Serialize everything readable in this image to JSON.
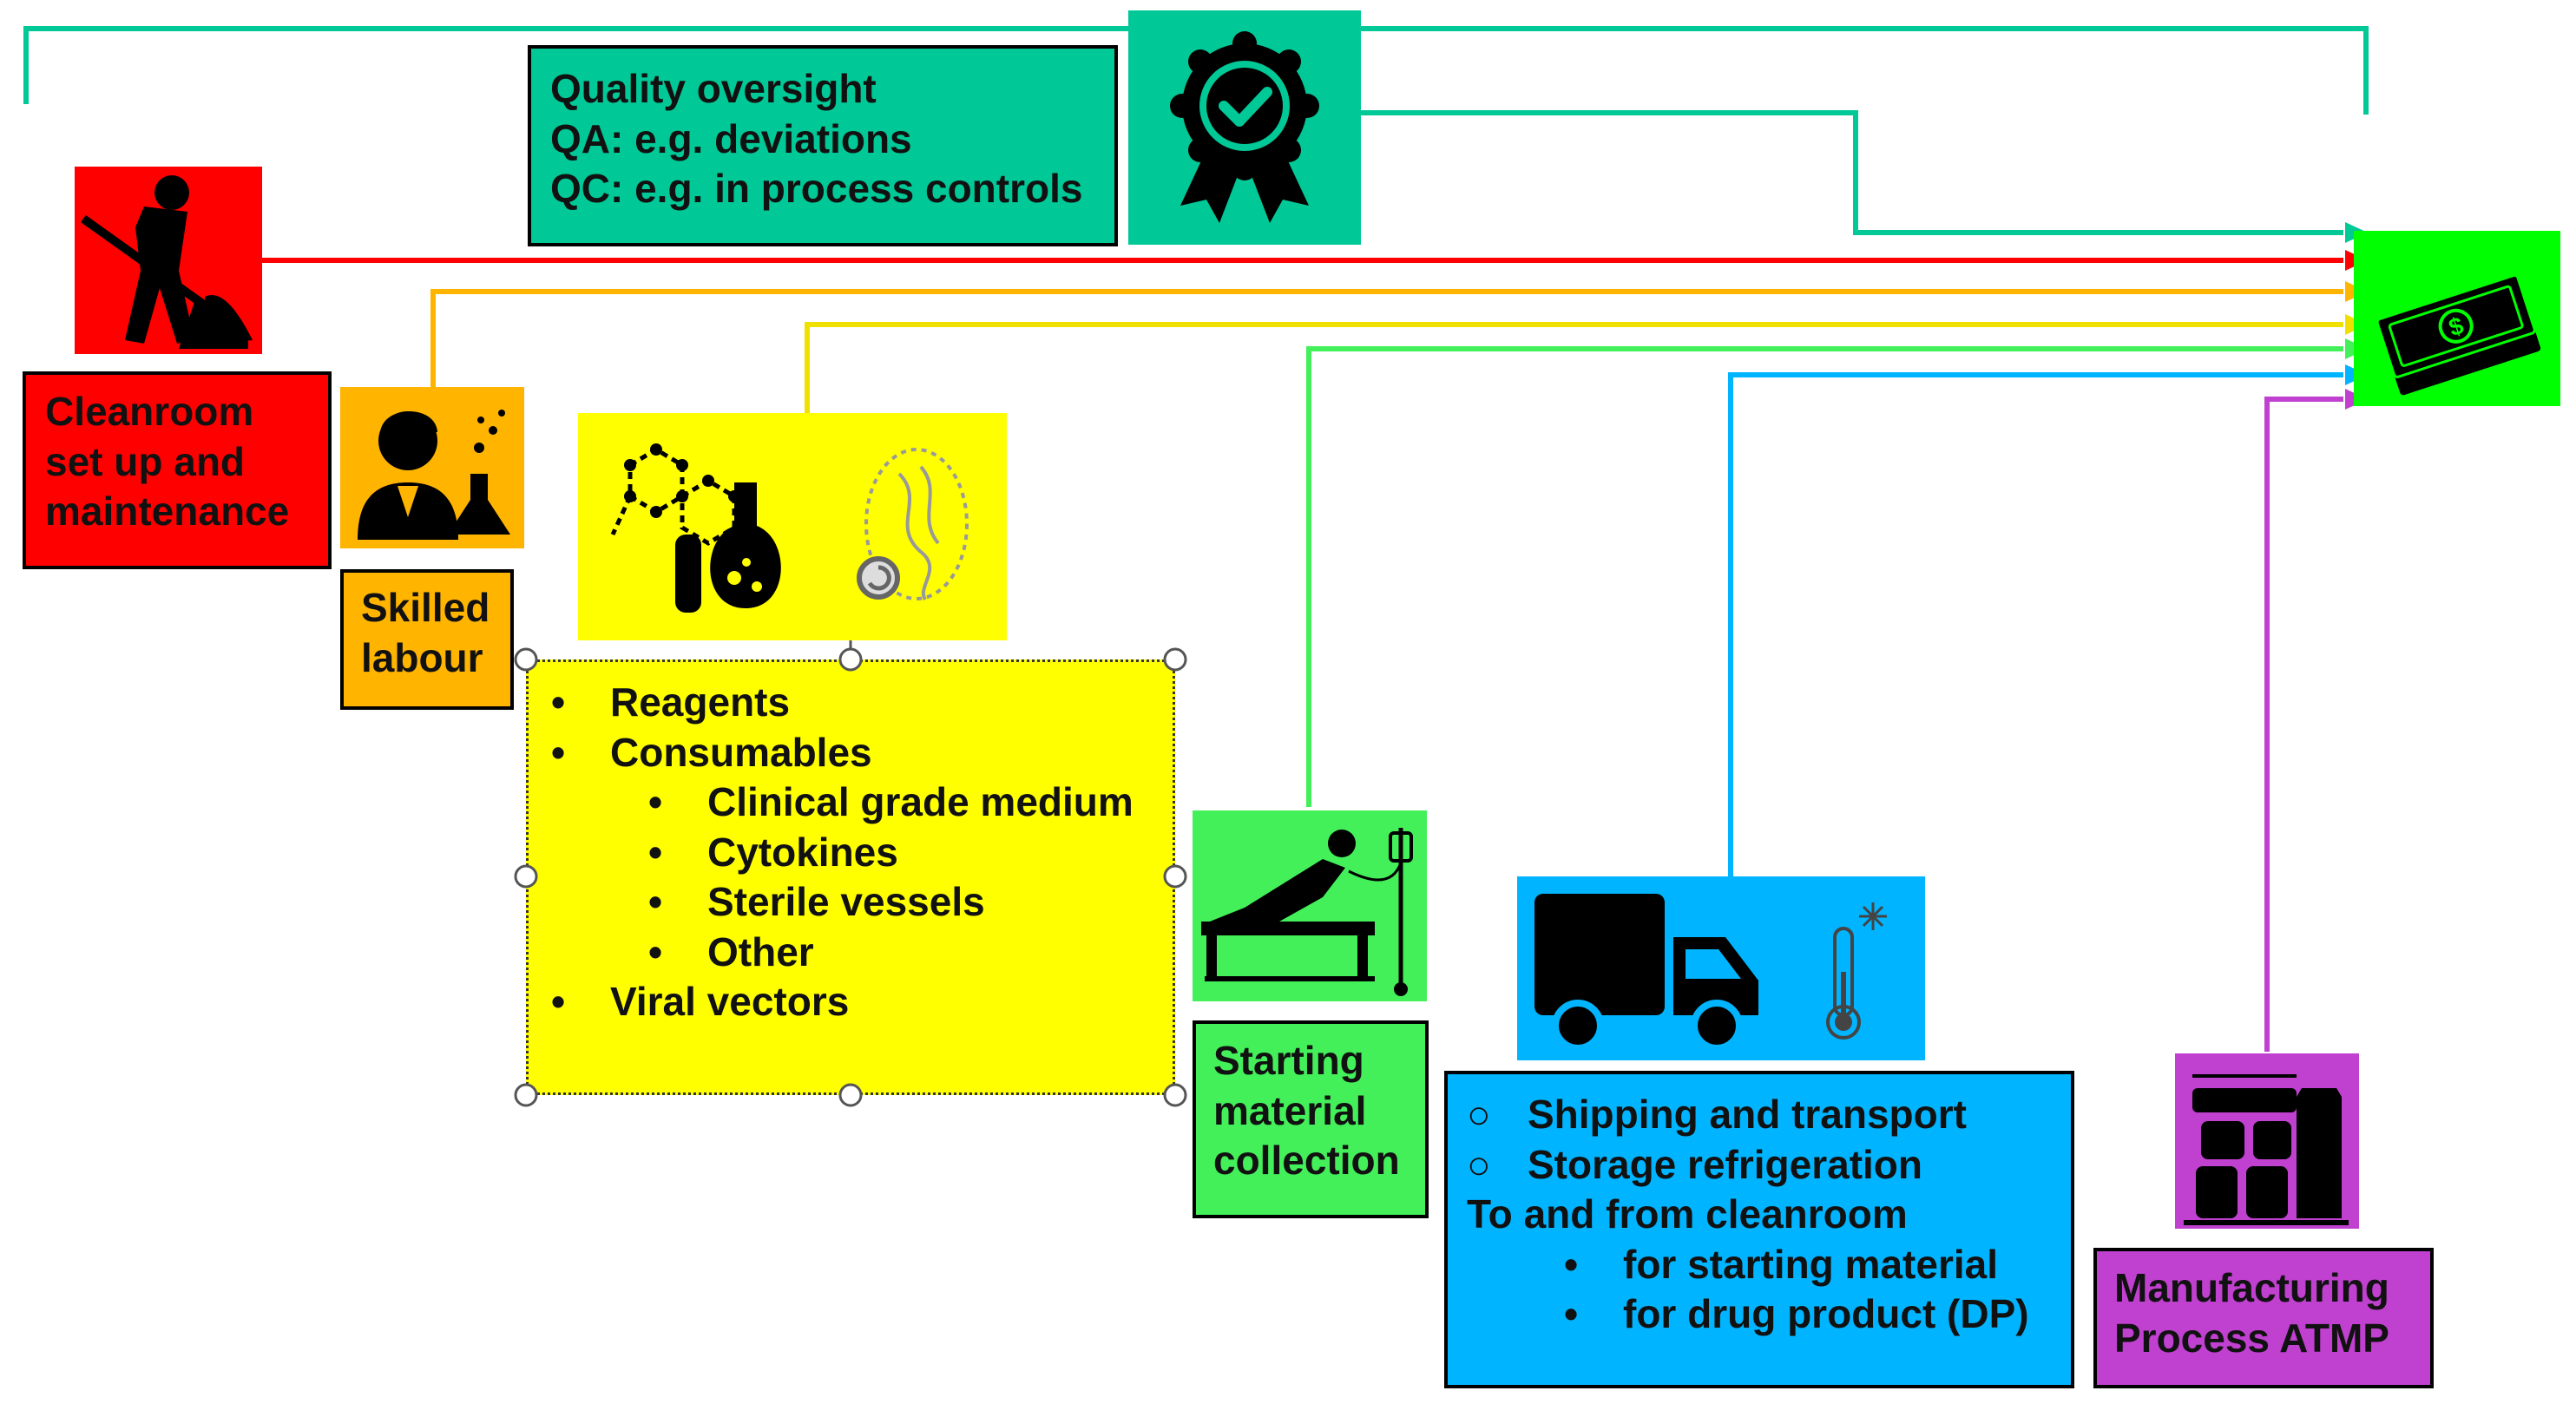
{
  "colors": {
    "quality": "#00c896",
    "cleanroom": "#ff0000",
    "labour": "#ffb400",
    "reagents": "#ffff00",
    "starting": "#43f05a",
    "shipping": "#00b4ff",
    "manufacturing": "#c040d0",
    "cost": "#00ff00"
  },
  "quality": {
    "lines": [
      "Quality oversight",
      "QA: e.g. deviations",
      "QC: e.g. in process controls"
    ],
    "icon": "award-ribbon-check-icon"
  },
  "cleanroom": {
    "lines": [
      "Cleanroom",
      "set up and",
      "maintenance"
    ],
    "icon": "construction-worker-shovel-icon"
  },
  "labour": {
    "lines": [
      "Skilled",
      "labour"
    ],
    "icon": "scientist-flask-icon"
  },
  "reagents": {
    "items": [
      {
        "level": 1,
        "text": "Reagents"
      },
      {
        "level": 1,
        "text": "Consumables"
      },
      {
        "level": 2,
        "text": "Clinical grade medium"
      },
      {
        "level": 2,
        "text": "Cytokines"
      },
      {
        "level": 2,
        "text": "Sterile vessels"
      },
      {
        "level": 2,
        "text": "Other"
      },
      {
        "level": 1,
        "text": "Viral vectors"
      }
    ],
    "icons": [
      "molecule-flask-icon",
      "virus-particle-icon"
    ]
  },
  "starting": {
    "lines": [
      "Starting",
      "material",
      "collection"
    ],
    "icon": "patient-bed-iv-drip-icon"
  },
  "shipping": {
    "items": [
      {
        "style": "circle",
        "text": "Shipping and transport"
      },
      {
        "style": "circle",
        "text": "Storage refrigeration"
      },
      {
        "style": "plain",
        "text": "To and from cleanroom"
      },
      {
        "style": "bullet",
        "text": "for starting material"
      },
      {
        "style": "bullet",
        "text": "for drug product (DP)"
      }
    ],
    "icons": [
      "delivery-truck-icon",
      "cold-thermometer-icon"
    ]
  },
  "manufacturing": {
    "lines": [
      "Manufacturing",
      "Process ATMP"
    ],
    "icon": "bioreactor-equipment-icon"
  },
  "cost": {
    "icon": "money-stack-icon"
  }
}
